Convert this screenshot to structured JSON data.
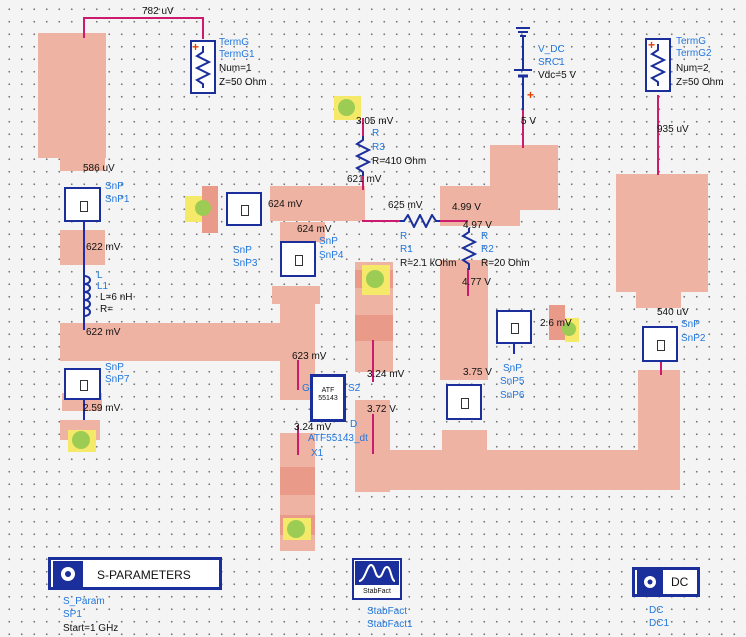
{
  "nodes": {
    "n782": "782 uV",
    "n586": "586 uV",
    "n622a": "622 mV",
    "n622b": "622 mV",
    "n259": "2.59 mV",
    "n305": "3.05 mV",
    "n624a": "624 mV",
    "n624b": "624 mV",
    "n621": "621 mV",
    "n625": "625 mV",
    "n499": "4.99 V",
    "n497": "4.97 V",
    "n477": "4.77 V",
    "n5v": "5 V",
    "n935": "935 uV",
    "n540": "540 uV",
    "n26": "2.6 mV",
    "n623": "623 mV",
    "n324a": "3.24 mV",
    "n324b": "3.24 mV",
    "n372": "3.72 V",
    "n375": "3.75 V"
  },
  "components": {
    "term1": {
      "type": "TermG",
      "name": "TermG1",
      "num": "Num=1",
      "z": "Z=50 Ohm"
    },
    "term2": {
      "type": "TermG",
      "name": "TermG2",
      "num": "Num=2",
      "z": "Z=50 Ohm"
    },
    "vdc": {
      "type": "V_DC",
      "name": "SRC1",
      "value": "Vdc=5 V"
    },
    "r3": {
      "type": "R",
      "name": "R3",
      "value": "R=410 Ohm"
    },
    "r1": {
      "type": "R",
      "name": "R1",
      "value": "R=2.1 kOhm"
    },
    "r2": {
      "type": "R",
      "name": "R2",
      "value": "R=20 Ohm"
    },
    "l1": {
      "type": "L",
      "name": "L1",
      "value": "L=6 nH",
      "extra": "R="
    },
    "snp1": {
      "type": "SnP",
      "name": "SnP1"
    },
    "snp3": {
      "type": "SnP",
      "name": "SnP3"
    },
    "snp4": {
      "type": "SnP",
      "name": "SnP4"
    },
    "snp7": {
      "type": "SnP",
      "name": "SnP7"
    },
    "snp5": {
      "type": "SnP",
      "name": "SnP5"
    },
    "snp6": {
      "type": "SnP",
      "name": "SnP6"
    },
    "snp2": {
      "type": "SnP",
      "name": "SnP2"
    },
    "x1": {
      "part": "ATF\n55143",
      "model": "ATF55143_dt",
      "name": "X1",
      "pin_g": "G",
      "pin_s": "S2",
      "pin_d": "D"
    }
  },
  "controllers": {
    "sparam": {
      "title": "S-PARAMETERS",
      "type": "S_Param",
      "name": "SP1",
      "start": "Start=1 GHz"
    },
    "stab": {
      "icon": "StabFact",
      "type": "StabFact",
      "name": "StabFact1"
    },
    "dc": {
      "title": "DC",
      "type": "DC",
      "name": "DC1"
    }
  },
  "colors": {
    "pad": "#eeb3a2",
    "wire": "#cc1a6e",
    "text_blue": "#2277dd",
    "box": "#1a2e9c",
    "via": "#9ccc54",
    "highlight": "#f5e96a"
  }
}
